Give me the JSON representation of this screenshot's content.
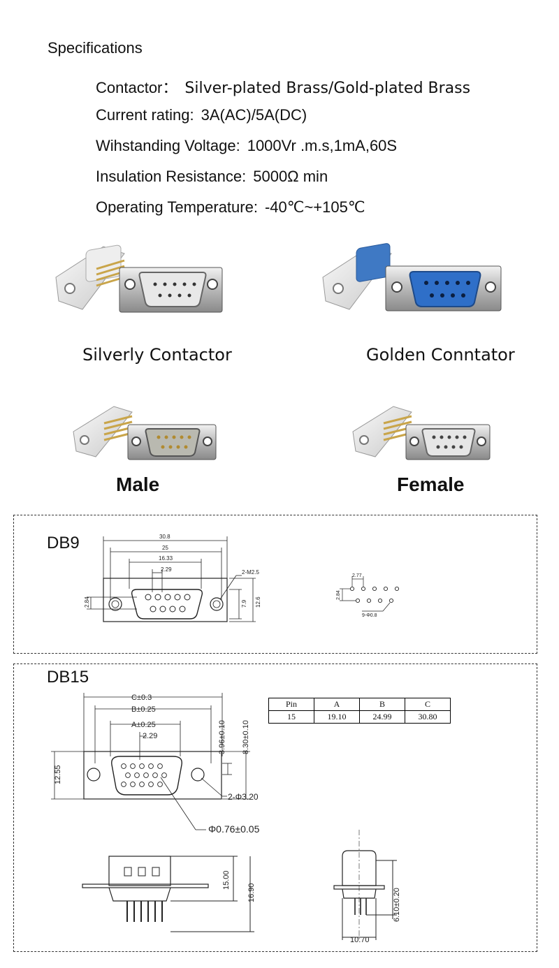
{
  "specs": {
    "title": "Specifications",
    "rows": [
      {
        "label": "Contactor：",
        "value": "Silver-plated Brass/Gold-plated Brass"
      },
      {
        "label": "Current rating:",
        "value": "3A(AC)/5A(DC)"
      },
      {
        "label": "Wihstanding Voltage:",
        "value": "1000Vr .m.s,1mA,60S"
      },
      {
        "label": "Insulation Resistance:",
        "value": "5000Ω min"
      },
      {
        "label": "Operating Temperature:",
        "value": "-40℃~+105℃"
      }
    ]
  },
  "products": {
    "silver_caption": "Silverly Contactor",
    "golden_caption": "Golden Conntator",
    "male_caption": "Male",
    "female_caption": "Female"
  },
  "db9": {
    "label": "DB9",
    "dims": {
      "overall": "30.8",
      "mount": "25",
      "shell": "16.33",
      "pitch": "2.29",
      "hole": "2-M2.5",
      "h1": "2.84",
      "h2": "7.9",
      "h3": "12.6"
    },
    "pinout": {
      "pitch": "2.77",
      "row": "2.84",
      "pins": "9-Φ0.8"
    }
  },
  "db15": {
    "label": "DB15",
    "dims": {
      "c": "C±0.3",
      "b": "B±0.25",
      "a": "A±0.25",
      "pitch": "2.29",
      "v1": "3.96±0.10",
      "v2": "8.30±0.10",
      "h": "12.55",
      "hole": "2-Φ3.20",
      "pin": "Φ0.76±0.05",
      "side1": "15.00",
      "side2": "16.90",
      "end_w": "10.70",
      "end_h": "6.10±0.20"
    },
    "table": {
      "headers": [
        "Pin",
        "A",
        "B",
        "C"
      ],
      "row": [
        "15",
        "19.10",
        "24.99",
        "30.80"
      ]
    }
  }
}
